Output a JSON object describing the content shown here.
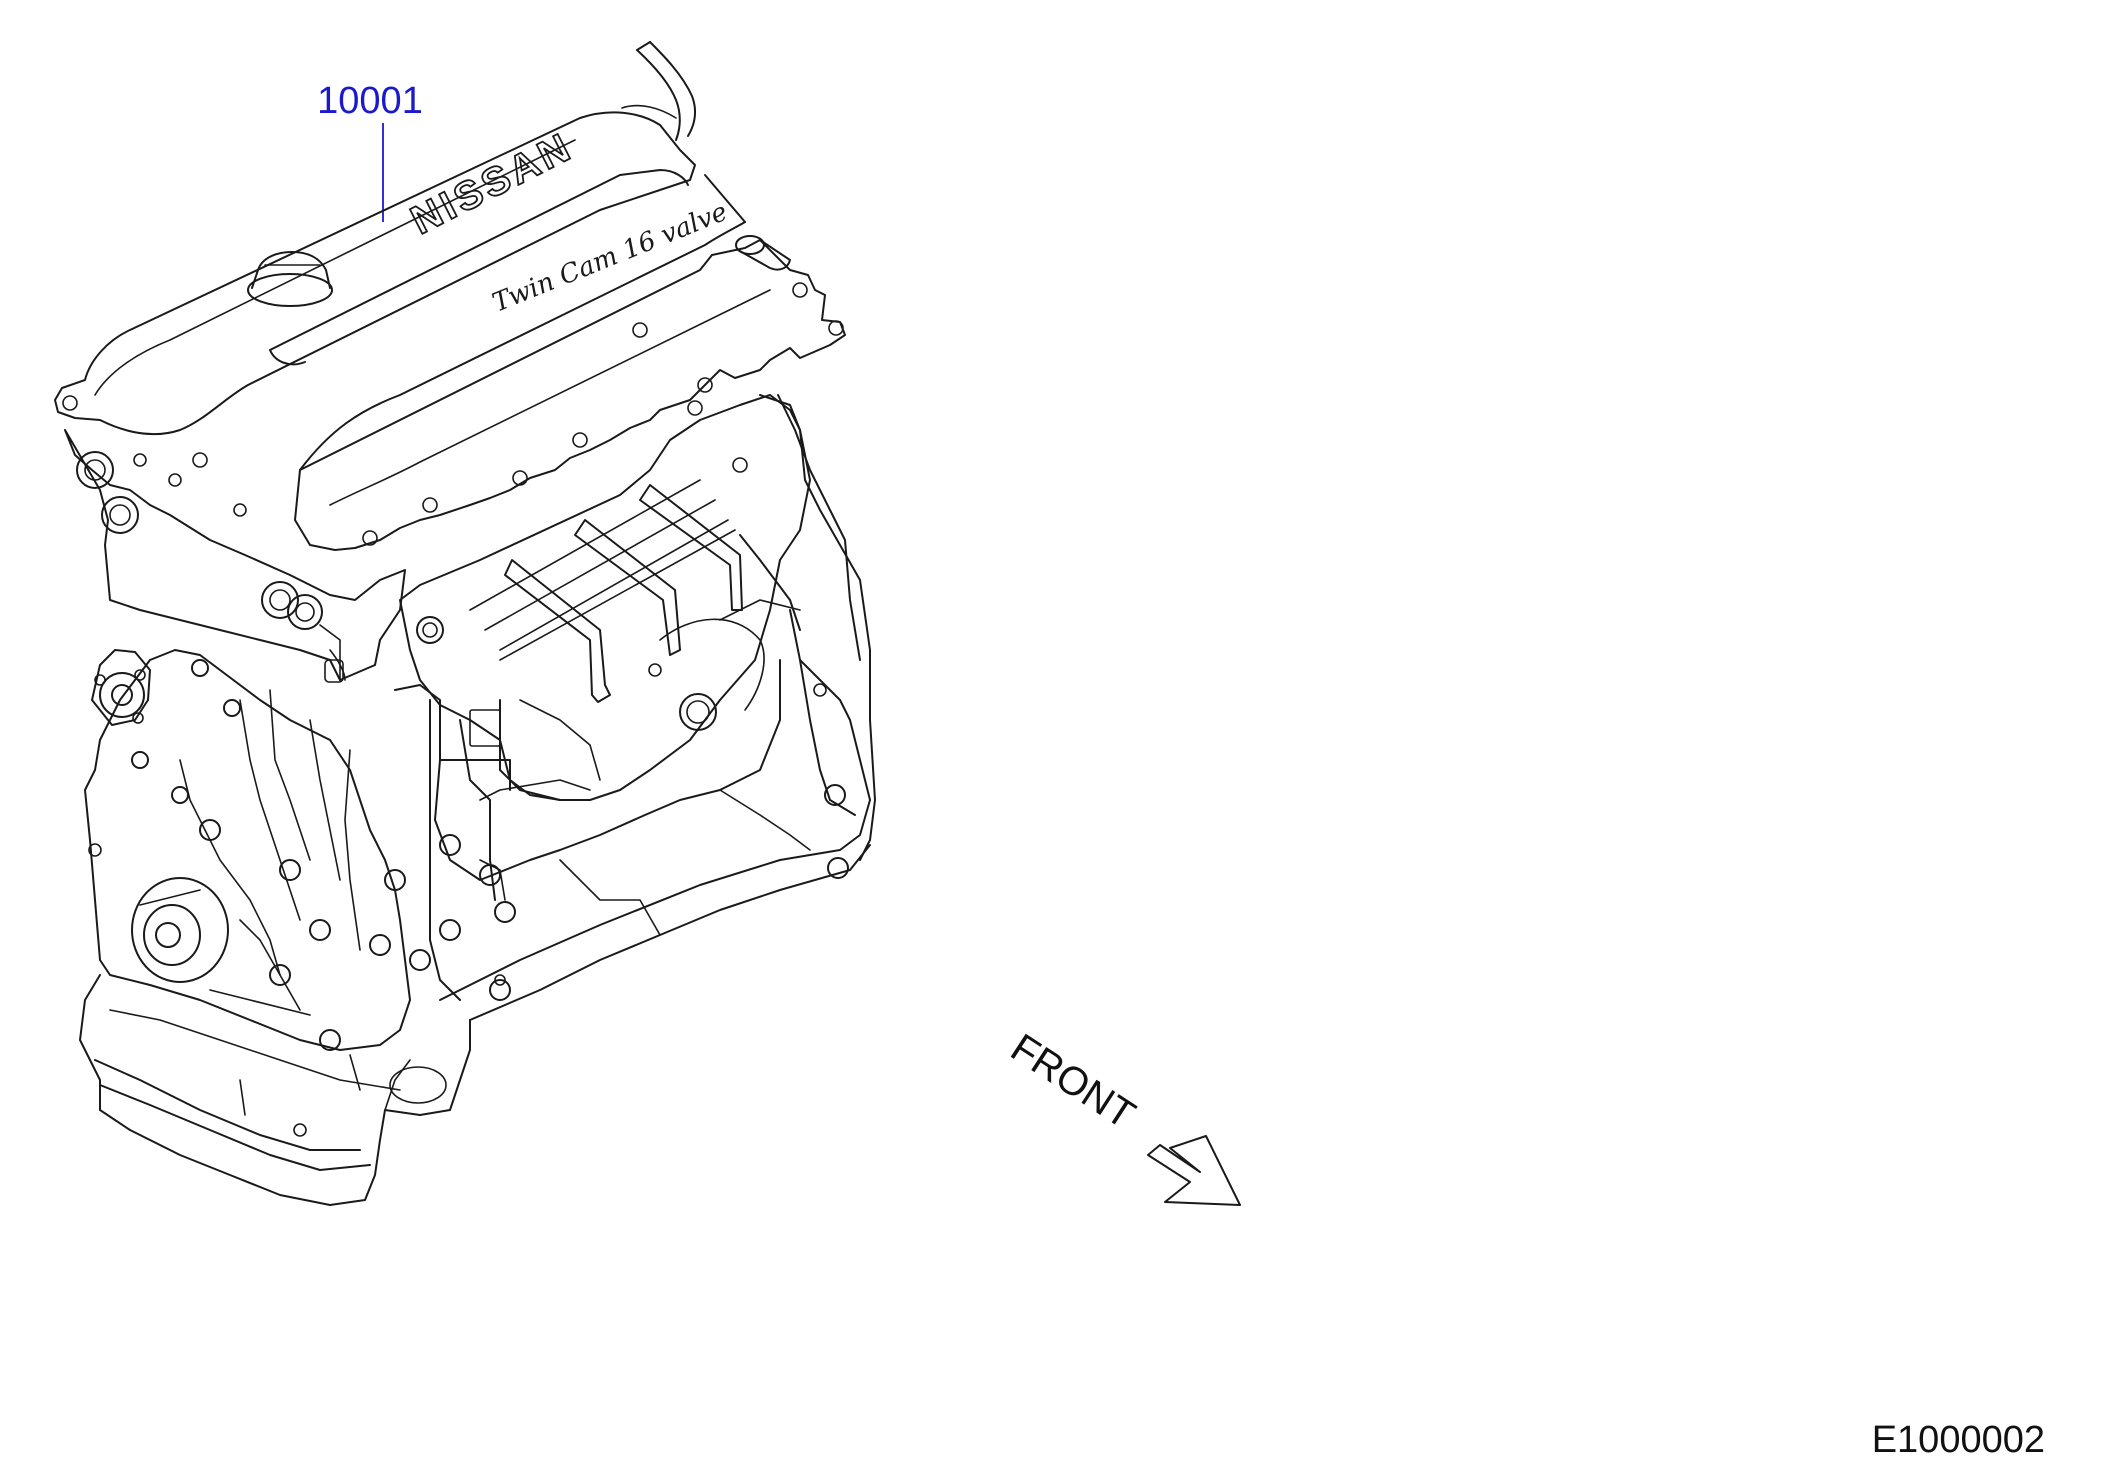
{
  "colors": {
    "line": "#1a1a1a",
    "callout": "#1a1acc",
    "background": "#ffffff"
  },
  "callout": {
    "part_number": "10001"
  },
  "engine": {
    "logo_text": "NISSAN",
    "cover_script": "Twin Cam 16 valve"
  },
  "direction": {
    "label": "FRONT",
    "icon": "arrow-down-right-icon"
  },
  "figure": {
    "code": "E1000002"
  }
}
